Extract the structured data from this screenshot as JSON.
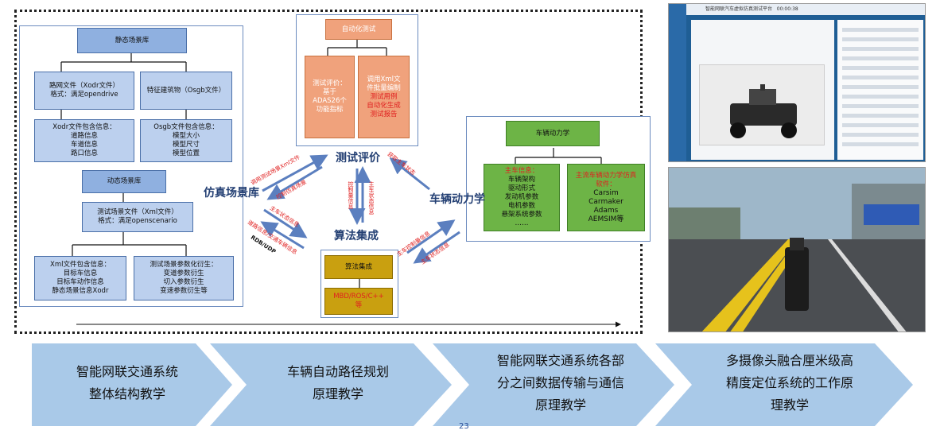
{
  "static_lib": {
    "title": "静态场景库",
    "xodr": "路网文件（Xodr文件）\n格式：满足opendrive",
    "osgb": "特征建筑物（Osgb文件）",
    "xodr_info": "Xodr文件包含信息：\n道路信息\n车道信息\n路口信息",
    "osgb_info": "Osgb文件包含信息：\n模型大小\n模型尺寸\n模型位置"
  },
  "dynamic_lib": {
    "title": "动态场景库",
    "xml": "测试场景文件（Xml文件）\n格式：满足openscenario",
    "xml_info": "Xml文件包含信息：\n目标车信息\n目标车动作信息\n静态场景信息Xodr",
    "param_info": "测试场景参数化衍生：\n变道参数衍生\n切入参数衍生\n变速参数衍生等"
  },
  "auto_test": {
    "title": "自动化测试",
    "left": "测试评价：\n基于\nADAS26个\n功能指标",
    "right_black": "调用Xml文\n件批量编制",
    "right_red": "测试用例\n自动化生成\n测试报告"
  },
  "vehicle_dyn": {
    "title": "车辆动力学",
    "left_red": "主车信息：",
    "left_black": "车辆架构\n驱动形式\n发动机参数\n电机参数\n悬架系统参数\n……",
    "right_red": "主流车辆动力学仿真\n软件：",
    "right_black": "Carsim\nCarmaker\nAdams\nAEMSIM等"
  },
  "algo": {
    "title": "算法集成",
    "sub": "MBD/ROS/C++\n等"
  },
  "hub": {
    "eval": "测试评价",
    "scene": "仿真场景库",
    "vehicle": "车辆动力学",
    "algo": "算法集成"
  },
  "arrows": {
    "a1": "调用测试场景Xml文件",
    "a2": "控制仿真场景",
    "a3": "主车状态信息",
    "a4": "道路信息/交通车辆信息",
    "a5": "RDB/UDP",
    "a6": "获取主车状态",
    "a7": "主车控制量信息",
    "a8": "主车状态信息",
    "v1": "控制量信息",
    "v2": "主车状态信息"
  },
  "screen": {
    "title": "智能网联汽车虚拟仿真测试平台",
    "time": "00:00:38"
  },
  "footer": {
    "steps": [
      "智能网联交通系统\n整体结构教学",
      "车辆自动路径规划\n原理教学",
      "智能网联交通系统各部\n分之间数据传输与通信\n原理教学",
      "多摄像头融合厘米级高\n精度定位系统的工作原\n理教学"
    ],
    "page_number": "23"
  },
  "colors": {
    "header_blue": "#8fb0e0",
    "box_blue": "#bcd0ee",
    "orange": "#f0a27c",
    "green": "#6db446",
    "gold": "#c9a010",
    "chevron": "#a9c9e8",
    "accent_red": "#e02020"
  }
}
